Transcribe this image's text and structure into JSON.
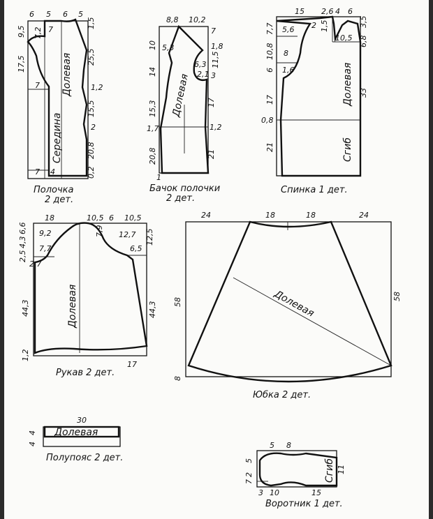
{
  "pieces": {
    "polochka": {
      "caption": [
        "Полочка",
        "2 дет."
      ],
      "labels": [
        "Долевая",
        "Середина"
      ],
      "dims": [
        "6",
        "5",
        "6",
        "5",
        "9,5",
        "7,2",
        "7",
        "1,5",
        "25,5",
        "17,5",
        "7",
        "1,2",
        "15,5",
        "2",
        "20,8",
        "7",
        "4",
        "0,2"
      ]
    },
    "bachok": {
      "caption": [
        "Бачок полочки",
        "2 дет."
      ],
      "labels": [
        "Долевая"
      ],
      "dims": [
        "8,8",
        "10,2",
        "10",
        "7",
        "5,3",
        "1,8",
        "6,3",
        "11,5",
        "14",
        "2,1",
        "3",
        "15,3",
        "17",
        "1,7",
        "1,2",
        "20,8",
        "21",
        "1"
      ]
    },
    "spinka": {
      "caption": [
        "Спинка 1 дет."
      ],
      "labels": [
        "Долевая",
        "Сгиб"
      ],
      "dims": [
        "15",
        "2,6",
        "4",
        "6",
        "7,7",
        "5,6",
        "2",
        "1,5",
        "10,5",
        "3,5",
        "6,8",
        "10,8",
        "8",
        "6",
        "1,6",
        "33",
        "17",
        "0,8",
        "21"
      ]
    },
    "rukav": {
      "caption": [
        "Рукав 2 дет."
      ],
      "labels": [
        "Долевая"
      ],
      "dims": [
        "18",
        "10,5",
        "6",
        "10,5",
        "6,6",
        "4,3",
        "9,2",
        "7,9",
        "12,7",
        "12,5",
        "2,5",
        "7,7",
        "6,5",
        "2,7",
        "44,3",
        "44,3",
        "1,2",
        "17"
      ]
    },
    "yubka": {
      "caption": [
        "Юбка 2 дет."
      ],
      "labels": [
        "Долевая"
      ],
      "dims": [
        "24",
        "18",
        "18",
        "24",
        "58",
        "58",
        "8"
      ]
    },
    "polupoyas": {
      "caption": [
        "Полупояс 2 дет."
      ],
      "labels": [
        "Долевая"
      ],
      "dims": [
        "30",
        "4",
        "4"
      ]
    },
    "vorotnik": {
      "caption": [
        "Воротник 1 дет."
      ],
      "labels": [
        "Сгиб"
      ],
      "dims": [
        "5",
        "8",
        "5",
        "2",
        "7",
        "11",
        "3",
        "10",
        "15"
      ]
    }
  }
}
